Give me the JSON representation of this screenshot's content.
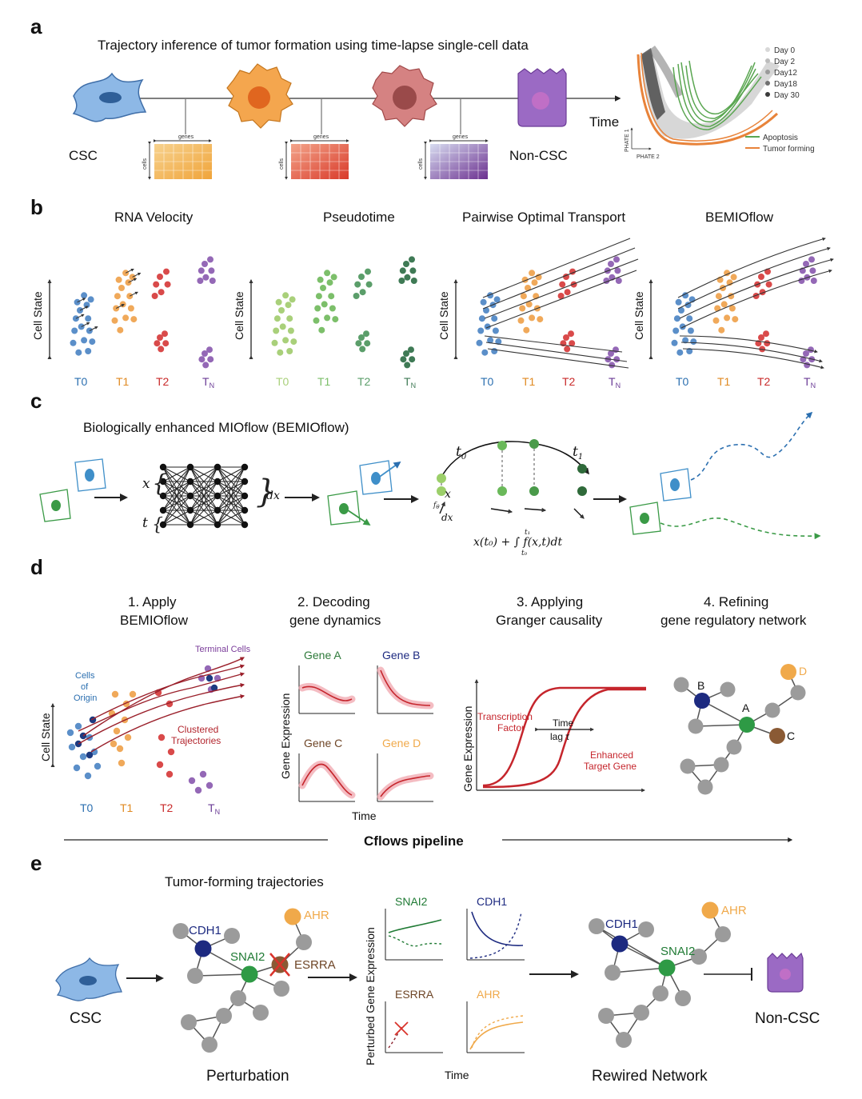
{
  "panels": {
    "a": {
      "letter": "a",
      "title": "Trajectory inference of tumor formation using time-lapse single-cell data",
      "csc": "CSC",
      "non_csc": "Non-CSC",
      "time": "Time",
      "genes": "genes",
      "cells": "cells",
      "phate1": "PHATE 1",
      "phate2": "PHATE 2",
      "days": [
        "Day 0",
        "Day 2",
        "Day12",
        "Day18",
        "Day 30"
      ],
      "legend": [
        "Apoptosis",
        "Tumor forming"
      ],
      "colors": {
        "apoptosis": "#5aa651",
        "tumor": "#e8833a"
      }
    },
    "b": {
      "letter": "b",
      "titles": [
        "RNA Velocity",
        "Pseudotime",
        "Pairwise Optimal Transport",
        "BEMIOflow"
      ],
      "ylabel": "Cell State",
      "timepoints": [
        "T0",
        "T1",
        "T2",
        "T"
      ],
      "tn_sub": "N",
      "colors": {
        "t0": "#5b8fc9",
        "t1": "#f0a95a",
        "t2": "#d94a4a",
        "tn": "#9468b6",
        "g0": "#a9d07a",
        "g1": "#7cbf6a",
        "g2": "#5b9e6a",
        "g3": "#3f7a55"
      }
    },
    "c": {
      "letter": "c",
      "title": "Biologically enhanced MIOflow (BEMIOflow)",
      "x": "x",
      "t": "t",
      "dx": "dx",
      "t0": "t",
      "t0_sub": "0",
      "t1": "t",
      "t1_sub": "1",
      "f": "f",
      "f_sub": "θ",
      "integral": "x(t₀) + ∫ f(x,t)dt",
      "int_lower": "t₀",
      "int_upper": "t₁"
    },
    "d": {
      "letter": "d",
      "steps": [
        [
          "1. Apply",
          "BEMIOflow"
        ],
        [
          "2. Decoding",
          "gene dynamics"
        ],
        [
          "3. Applying",
          "Granger causality"
        ],
        [
          "4. Refining",
          "gene regulatory network"
        ]
      ],
      "cells_of_origin": [
        "Cells",
        "of",
        "Origin"
      ],
      "terminal": "Terminal Cells",
      "clustered": [
        "Clustered",
        "Trajectories"
      ],
      "ylabel": "Cell State",
      "timepoints": [
        "T0",
        "T1",
        "T2",
        "T"
      ],
      "tn_sub": "N",
      "genes": [
        "Gene A",
        "Gene B",
        "Gene C",
        "Gene D"
      ],
      "gene_expression": "Gene Expression",
      "time": "Time",
      "tf": [
        "Transcription",
        "Factor"
      ],
      "lag": [
        "Time",
        "lag τ"
      ],
      "target": [
        "Enhanced",
        "Target Gene"
      ],
      "nodes": [
        "B",
        "A",
        "C",
        "D"
      ],
      "pipeline": "Cflows pipeline"
    },
    "e": {
      "letter": "e",
      "title": "Tumor-forming trajectories",
      "csc": "CSC",
      "non_csc": "Non-CSC",
      "perturbation": "Perturbation",
      "rewired": "Rewired Network",
      "genes": {
        "cdh1": "CDH1",
        "snai2": "SNAI2",
        "esrra": "ESRRA",
        "ahr": "AHR"
      },
      "ylabel": "Perturbed Gene Expression",
      "time": "Time"
    }
  }
}
